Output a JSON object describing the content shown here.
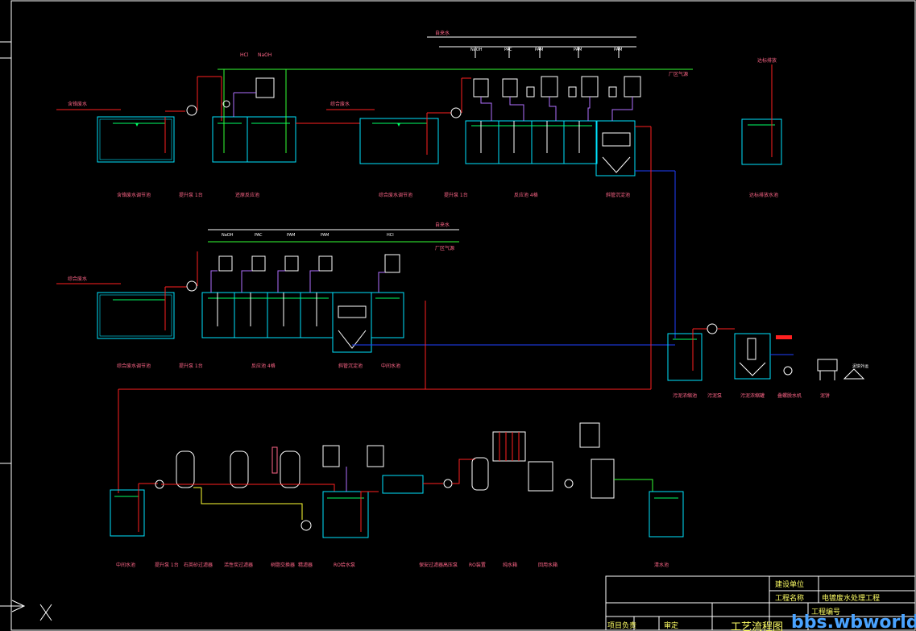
{
  "drawing": {
    "colors": {
      "background": "#000000",
      "tank": "#00e5ff",
      "water_line": "#00ff66",
      "air_line": "#33ff33",
      "pipe_red": "#ff2020",
      "pipe_blue": "#2040ff",
      "dose_line": "#b070ff",
      "label_pink": "#ff6688",
      "label_red": "#ff3333",
      "title_text": "#ffff66",
      "frame": "#ffffff"
    },
    "labels": {
      "raw_inlet": "含铬废水",
      "mix_inlet_1": "综合废水",
      "mix_inlet_2": "综合废水",
      "top_dose_1": "HCl",
      "top_dose_2": "NaOH",
      "dose_row1": [
        "NaOH",
        "PAC",
        "PAM",
        "PAM",
        "PAM"
      ],
      "dose_row2": [
        "NaOH",
        "PAC",
        "PAM",
        "PAM",
        "HCl"
      ],
      "air_main": "厂区气源",
      "air_main_2": "厂区气源",
      "tap_water": "自来水",
      "tap_water_2": "自来水",
      "sludge_out": "泥饼外运",
      "discharge": "达标排放"
    },
    "unit_captions_row1": [
      "含铬废水调节池",
      "提升泵 1台",
      "还原反应池",
      "综合废水调节池",
      "提升泵 1台",
      "反应池 4格",
      "斜管沉淀池",
      "达标排放水池"
    ],
    "unit_captions_row2": [
      "综合废水调节池",
      "提升泵 1台",
      "反应池 4格",
      "斜管沉淀池",
      "中间水池"
    ],
    "unit_captions_row3": [
      "污泥浓缩池",
      "污泥泵",
      "污泥浓缩罐",
      "叠螺脱水机",
      "泥饼"
    ],
    "unit_captions_row4": [
      "中间水池",
      "提升泵 1台",
      "石英砂过滤器",
      "活性炭过滤器",
      "树脂交换器",
      "精滤器",
      "RO给水泵",
      "保安过滤器",
      "高压泵",
      "RO装置",
      "纯水箱",
      "回用水箱",
      "清水池"
    ],
    "title_block": {
      "design_unit_label": "建设单位",
      "project_name_label": "工程名称",
      "project_name_value": "电镀废水处理工程",
      "project_no_label": "工程编号",
      "project_lead_label": "项目负责",
      "review_label": "审定",
      "drawing_title": "工艺流程图"
    },
    "watermark": "bbs.wbworld.com"
  }
}
